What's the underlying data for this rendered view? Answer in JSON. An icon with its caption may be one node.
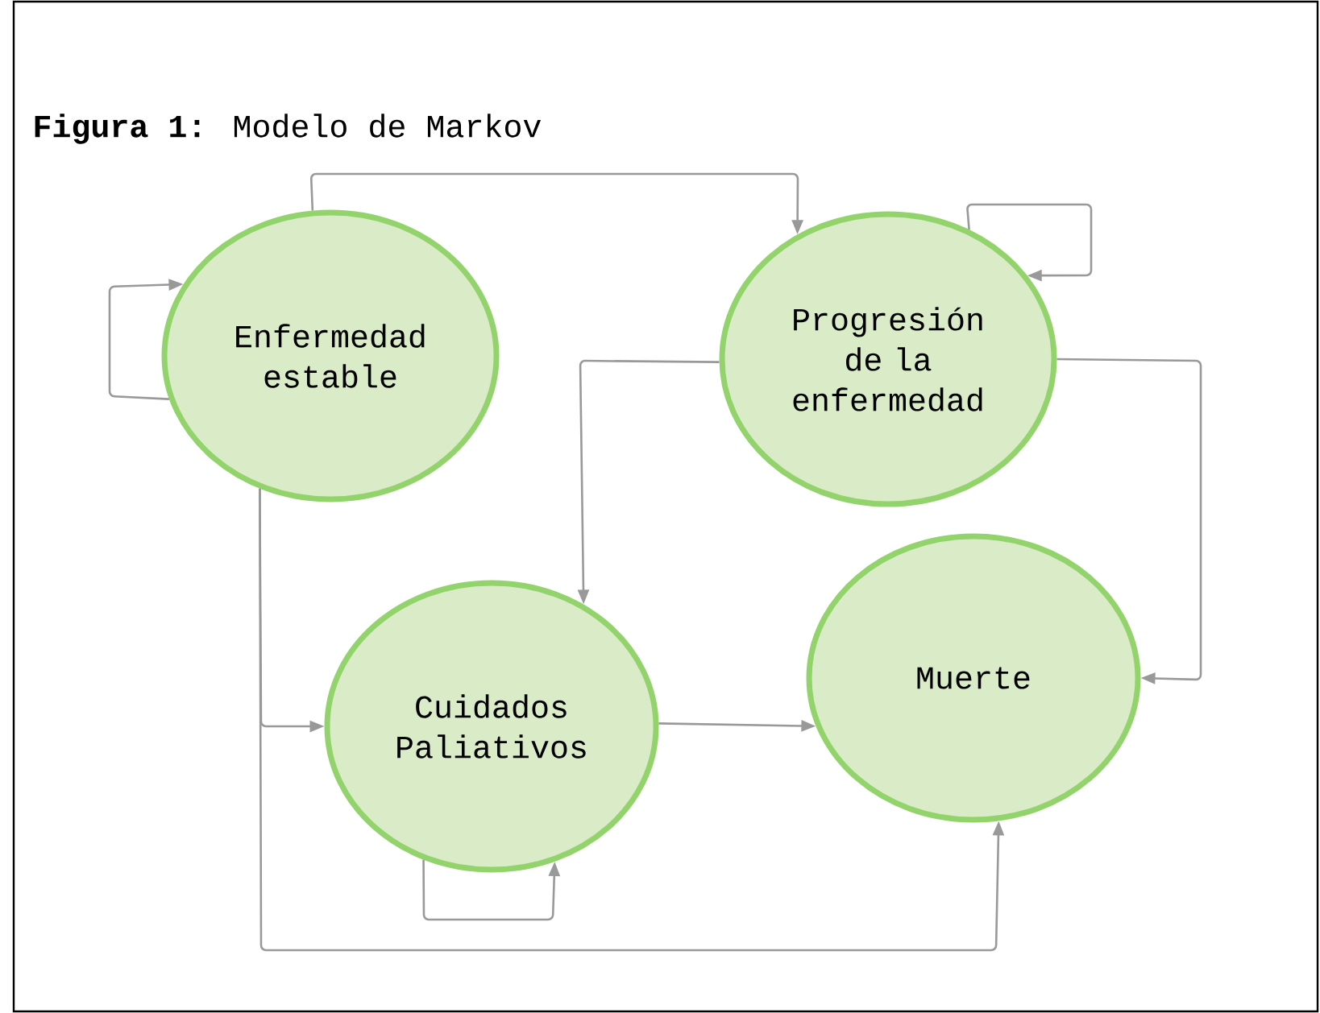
{
  "diagram": {
    "title": "**Figura 1:** Modelo de Markov",
    "nodes": [
      {
        "text": [
          "Enfermedad estable"
        ]
      },
      {
        "text": [
          "Progresión de la enfermedad"
        ]
      },
      {
        "text": [
          "Cuidados Paliativos"
        ]
      },
      {
        "text": [
          "Muerte"
        ]
      }
    ],
    "edges": [
      {
        "from": 0,
        "to": 1,
        "arrow": "to"
      },
      {
        "from": 0,
        "to": 0,
        "arrow": "to"
      },
      {
        "from": 1,
        "to": 1,
        "arrow": "to"
      },
      {
        "from": 1,
        "to": 2,
        "arrow": "to"
      },
      {
        "from": 1,
        "to": 3,
        "arrow": "to"
      },
      {
        "from": 0,
        "to": 2,
        "arrow": "to"
      },
      {
        "from": 0,
        "to": 3,
        "arrow": "to"
      },
      {
        "from": 2,
        "to": 3,
        "arrow": "to"
      },
      {
        "from": 2,
        "to": 2,
        "arrow": "to"
      }
    ]
  }
}
